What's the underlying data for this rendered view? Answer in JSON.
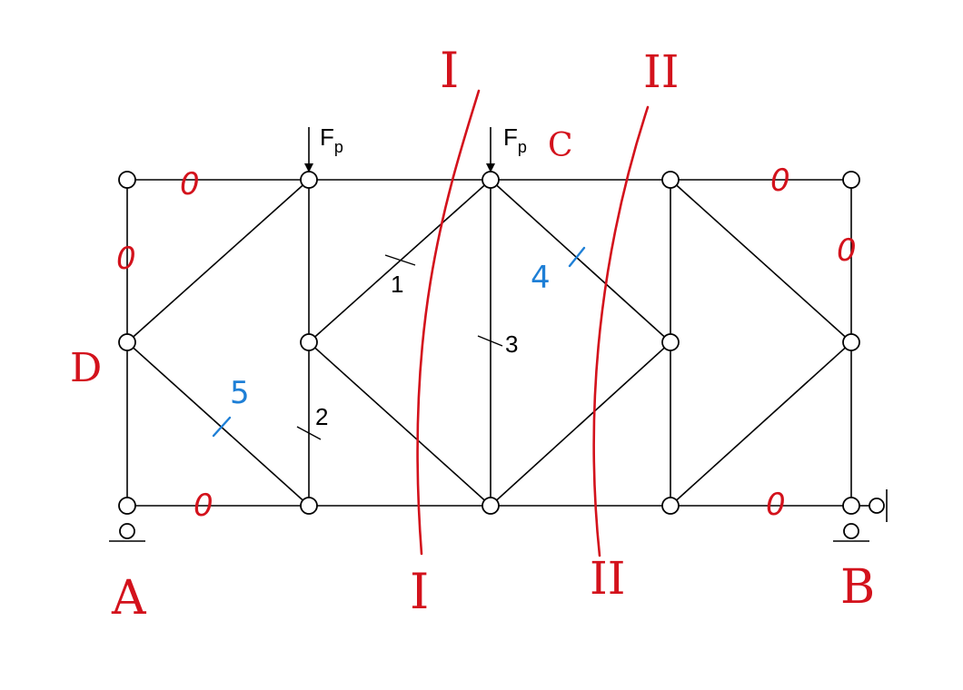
{
  "loads": {
    "left": "F",
    "right": "F",
    "subscript": "p"
  },
  "member_numbers": {
    "m1": "1",
    "m2": "2",
    "m3": "3"
  },
  "blue_numbers": {
    "m4": "4",
    "m5": "5"
  },
  "zero_marks": [
    "0",
    "0",
    "0",
    "0",
    "0",
    "0"
  ],
  "section_labels": {
    "s1_top": "I",
    "s1_bottom": "I",
    "s2_top": "II",
    "s2_bottom": "II"
  },
  "node_labels": {
    "A": "A",
    "B": "B",
    "C": "C",
    "D": "D"
  },
  "colors": {
    "annotation_red": "#d3121c",
    "annotation_blue": "#1e7fd6",
    "truss": "#000000"
  }
}
